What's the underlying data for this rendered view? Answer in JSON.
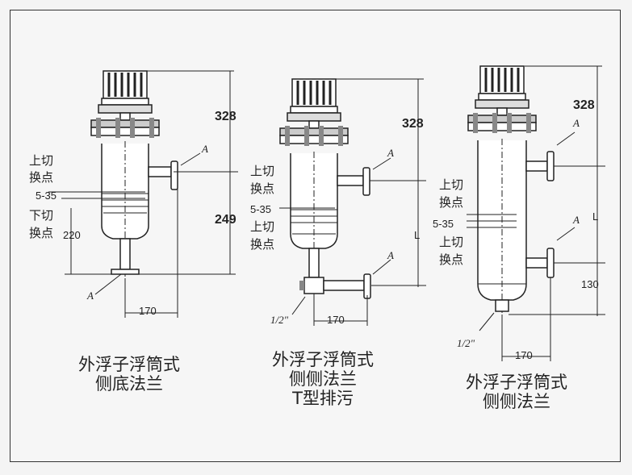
{
  "diagrams": [
    {
      "caption": [
        "外浮子浮筒式",
        "侧底法兰"
      ],
      "dims": {
        "top": "328",
        "mid": "249",
        "width": "170"
      },
      "labels": {
        "upper_switch": [
          "上切",
          "换点"
        ],
        "range": "5-35",
        "lower_switch": [
          "下切",
          "换点"
        ],
        "height_220": "220",
        "section_a": "A",
        "section_a2": "A"
      }
    },
    {
      "caption": [
        "外浮子浮筒式",
        "侧侧法兰",
        "T型排污"
      ],
      "dims": {
        "top": "328",
        "L": "L",
        "width": "170"
      },
      "labels": {
        "upper_switch": [
          "上切",
          "换点"
        ],
        "range": "5-35",
        "lower_switch": [
          "上切",
          "换点"
        ],
        "pipe": "1/2\"",
        "section_a": "A",
        "section_a2": "A"
      }
    },
    {
      "caption": [
        "外浮子浮筒式",
        "侧侧法兰"
      ],
      "dims": {
        "top": "328",
        "L": "L",
        "bottom": "130",
        "width": "170"
      },
      "labels": {
        "upper_switch": [
          "上切",
          "换点"
        ],
        "range": "5-35",
        "lower_switch": [
          "上切",
          "换点"
        ],
        "pipe": "1/2\"",
        "section_a": "A",
        "section_a2": "A"
      }
    }
  ]
}
